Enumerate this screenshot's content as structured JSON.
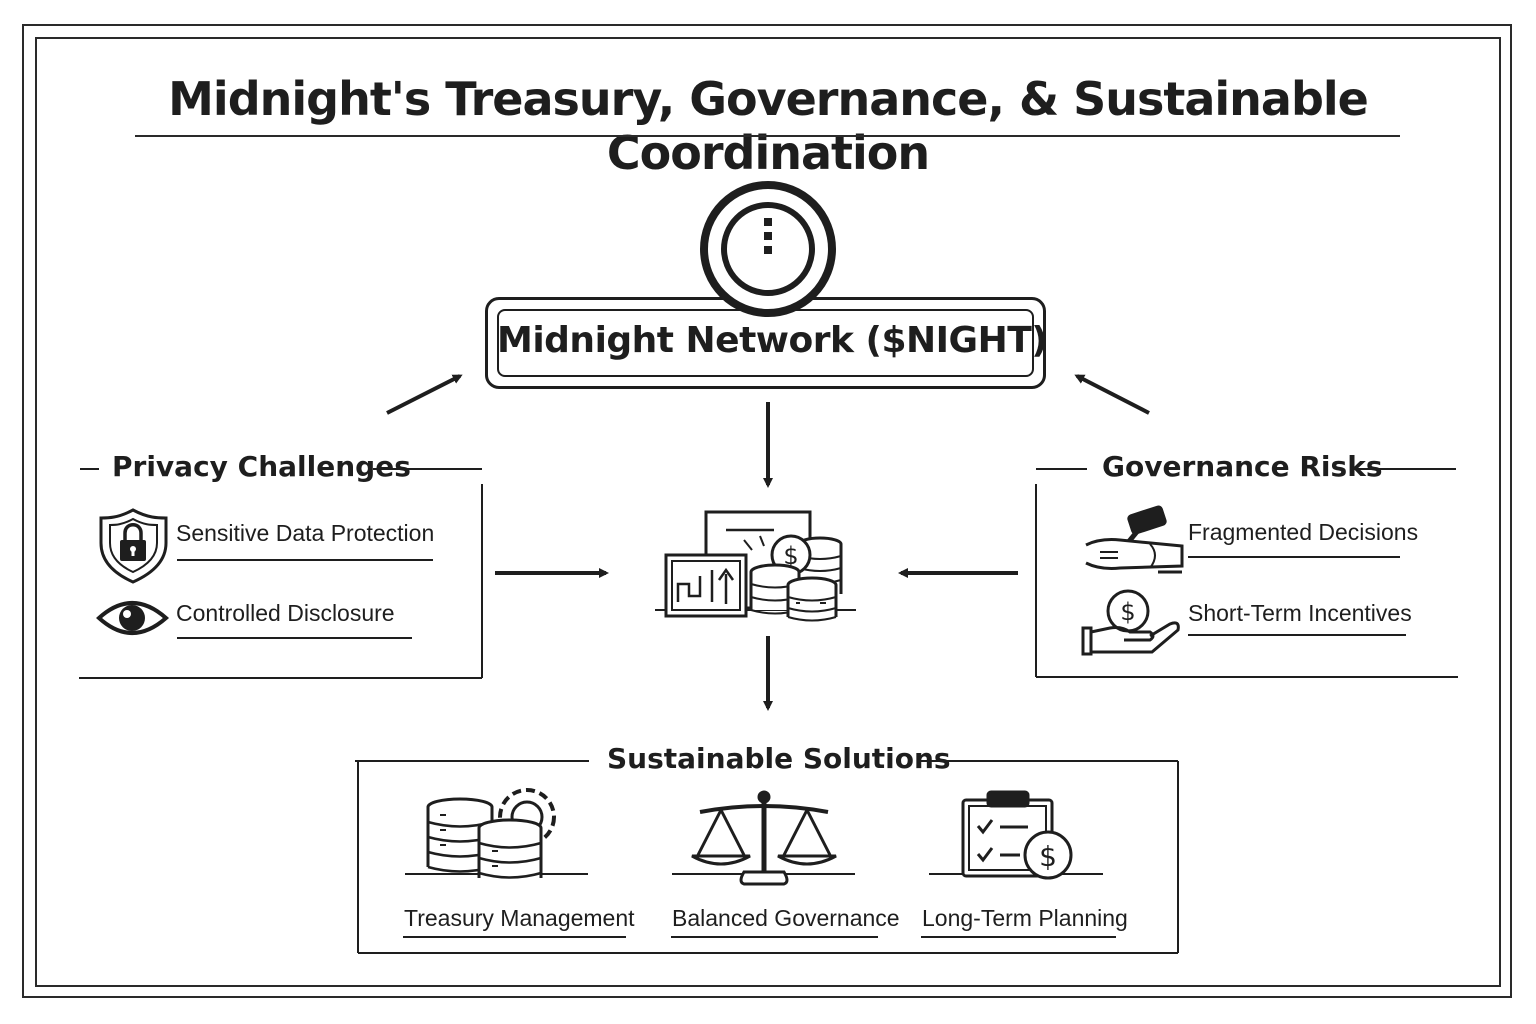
{
  "title": "Midnight's Treasury, Governance, & Sustainable Coordination",
  "network": {
    "label": "Midnight Network ($NIGHT)",
    "icon": "midnight-logo-icon"
  },
  "privacy": {
    "header": "Privacy Challenges",
    "items": [
      {
        "label": "Sensitive Data Protection",
        "icon": "shield-lock-icon"
      },
      {
        "label": "Controlled Disclosure",
        "icon": "eye-icon"
      }
    ]
  },
  "governance": {
    "header": "Governance Risks",
    "items": [
      {
        "label": "Fragmented Decisions",
        "icon": "gavel-icon"
      },
      {
        "label": "Short-Term Incentives",
        "icon": "hand-coin-icon"
      }
    ]
  },
  "center": {
    "icon": "treasury-hub-icon"
  },
  "solutions": {
    "header": "Sustainable Solutions",
    "items": [
      {
        "label": "Treasury Management",
        "icon": "coins-gear-icon"
      },
      {
        "label": "Balanced Governance",
        "icon": "scales-icon"
      },
      {
        "label": "Long-Term Planning",
        "icon": "clipboard-dollar-icon"
      }
    ]
  },
  "colors": {
    "ink": "#1e1e1e",
    "background": "#ffffff"
  }
}
